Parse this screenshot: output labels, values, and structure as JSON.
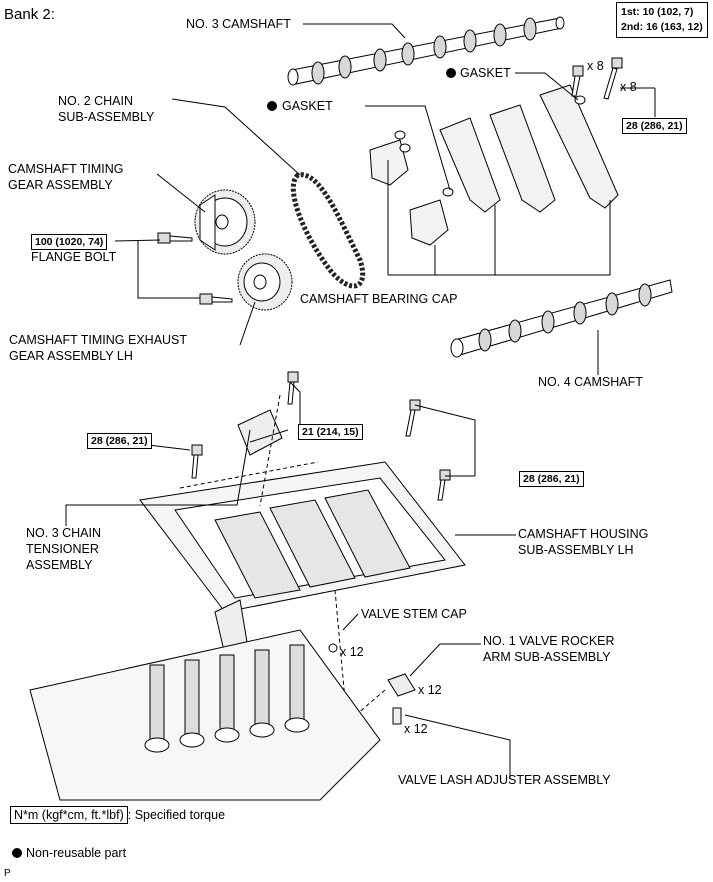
{
  "header": {
    "bank_label": "Bank 2:"
  },
  "labels": {
    "no3_camshaft": "NO. 3 CAMSHAFT",
    "no2_chain_line1": "NO. 2 CHAIN",
    "no2_chain_line2": "SUB-ASSEMBLY",
    "gasket_left": "GASKET",
    "gasket_right": "GASKET",
    "timing_gear_line1": "CAMSHAFT TIMING",
    "timing_gear_line2": "GEAR ASSEMBLY",
    "flange_bolt": "FLANGE BOLT",
    "bearing_cap": "CAMSHAFT BEARING CAP",
    "exhaust_gear_line1": "CAMSHAFT TIMING EXHAUST",
    "exhaust_gear_line2": "GEAR ASSEMBLY LH",
    "no4_camshaft": "NO. 4 CAMSHAFT",
    "tensioner_line1": "NO. 3 CHAIN",
    "tensioner_line2": "TENSIONER",
    "tensioner_line3": "ASSEMBLY",
    "housing_line1": "CAMSHAFT HOUSING",
    "housing_line2": "SUB-ASSEMBLY LH",
    "valve_stem_cap": "VALVE STEM CAP",
    "rocker_line1": "NO. 1 VALVE ROCKER",
    "rocker_line2": "ARM SUB-ASSEMBLY",
    "lash_adjuster": "VALVE LASH ADJUSTER ASSEMBLY"
  },
  "torques": {
    "cap_bolt_1st": "1st: 10 (102, 7)",
    "cap_bolt_2nd": "2nd: 16 (163, 12)",
    "cap_bolt_28": "28 (286, 21)",
    "flange_bolt": "100 (1020, 74)",
    "tensioner_bolt_21": "21 (214, 15)",
    "housing_bolt_left": "28 (286, 21)",
    "housing_bolt_right": "28 (286, 21)"
  },
  "multipliers": {
    "cap_bolt_a": "x 8",
    "cap_bolt_b": "x 8",
    "valve_stem_cap": "x 12",
    "rocker_arm": "x 12",
    "lash_adjuster": "x 12"
  },
  "legend": {
    "torque_box": "N*m (kgf*cm, ft.*lbf)",
    "torque_desc": ": Specified torque",
    "non_reusable": "Non-reusable part"
  },
  "footer": {
    "code": "P"
  }
}
